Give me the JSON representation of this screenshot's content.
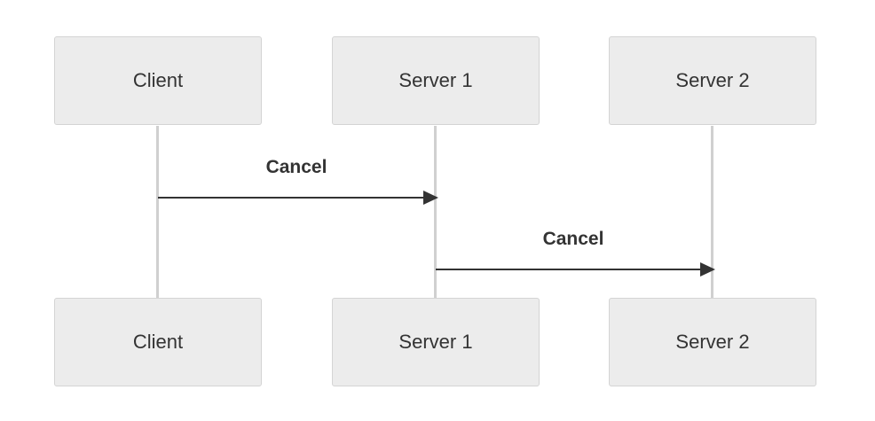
{
  "participants": [
    "Client",
    "Server 1",
    "Server 2"
  ],
  "messages": [
    {
      "from": "Client",
      "to": "Server 1",
      "label": "Cancel"
    },
    {
      "from": "Server 1",
      "to": "Server 2",
      "label": "Cancel"
    }
  ]
}
